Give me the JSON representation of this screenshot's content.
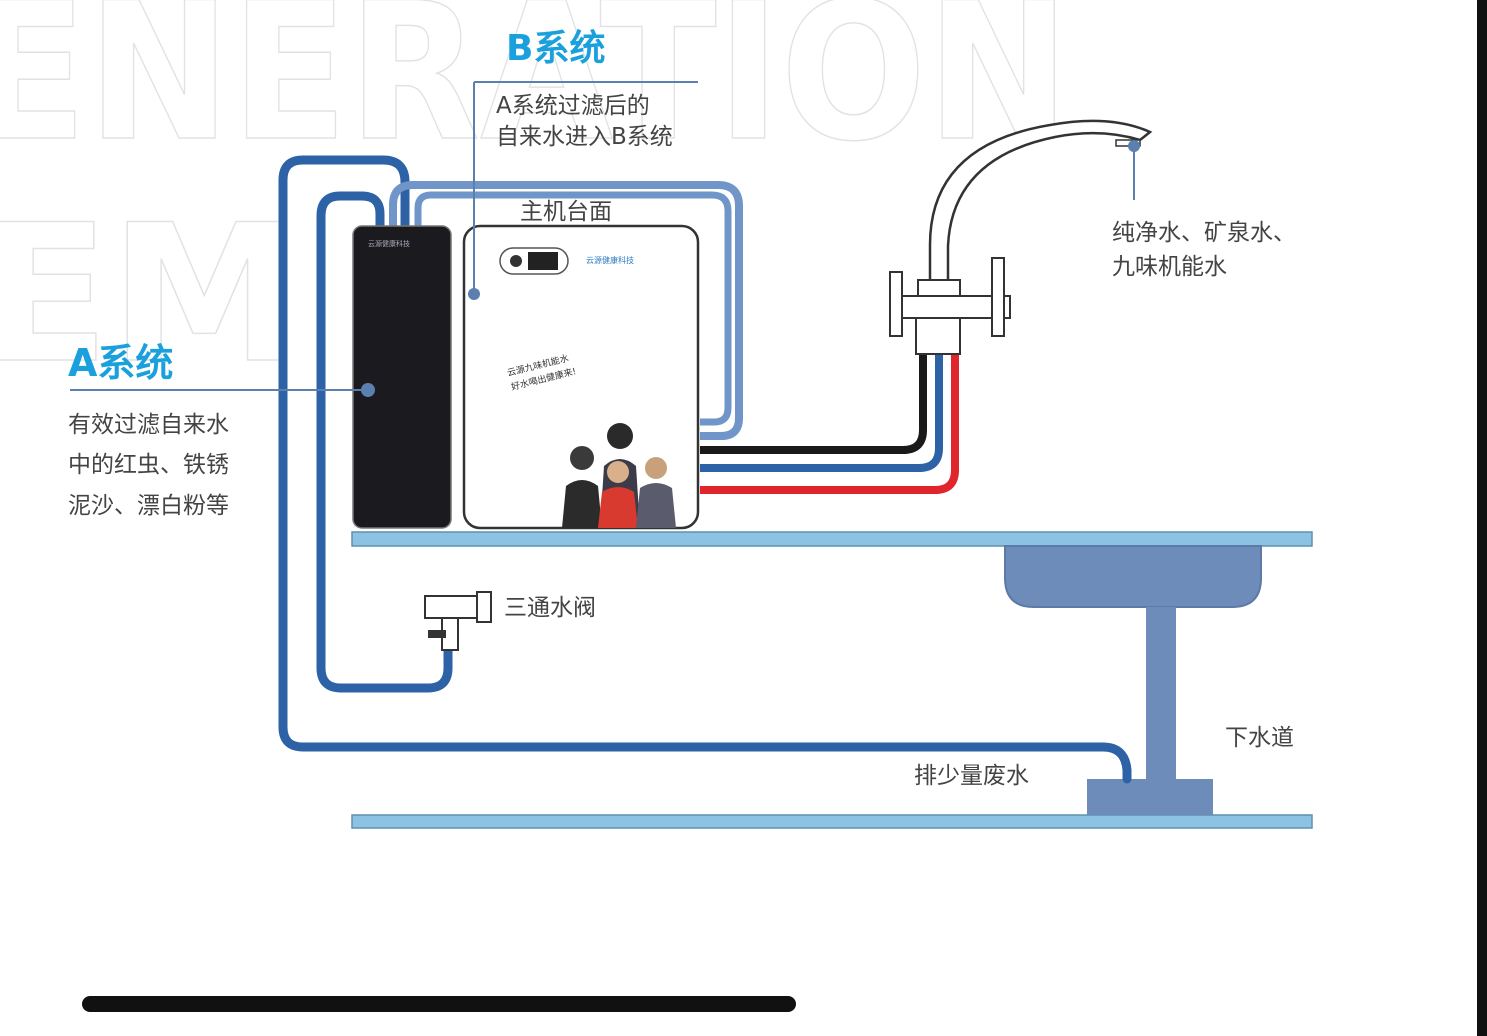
{
  "background_words": {
    "top": "ENERATION",
    "side": "EM"
  },
  "system_a": {
    "title": "A系统",
    "desc_lines": [
      "有效过滤自来水",
      "中的红虫、铁锈",
      "泥沙、漂白粉等"
    ]
  },
  "system_b": {
    "title": "B系统",
    "desc_lines": [
      "A系统过滤后的",
      "自来水进入B系统"
    ]
  },
  "labels": {
    "host_counter": "主机台面",
    "faucet_output_lines": [
      "纯净水、矿泉水、",
      "九味机能水"
    ],
    "three_way_valve": "三通水阀",
    "drain": "下水道",
    "waste_water": "排少量废水"
  },
  "unit_brand": "云源健康科技",
  "poster_slogan_lines": [
    "云源九味机能水",
    "好水喝出健康来!"
  ],
  "colors": {
    "accent_blue": "#1aa0dc",
    "pipe_dark_blue": "#2d62a6",
    "pipe_light_blue": "#6f95c9",
    "pipe_black": "#1a1a1a",
    "pipe_red": "#e0262c",
    "counter_blue": "#8cc3e2",
    "sink_blue": "#6d8cba"
  }
}
